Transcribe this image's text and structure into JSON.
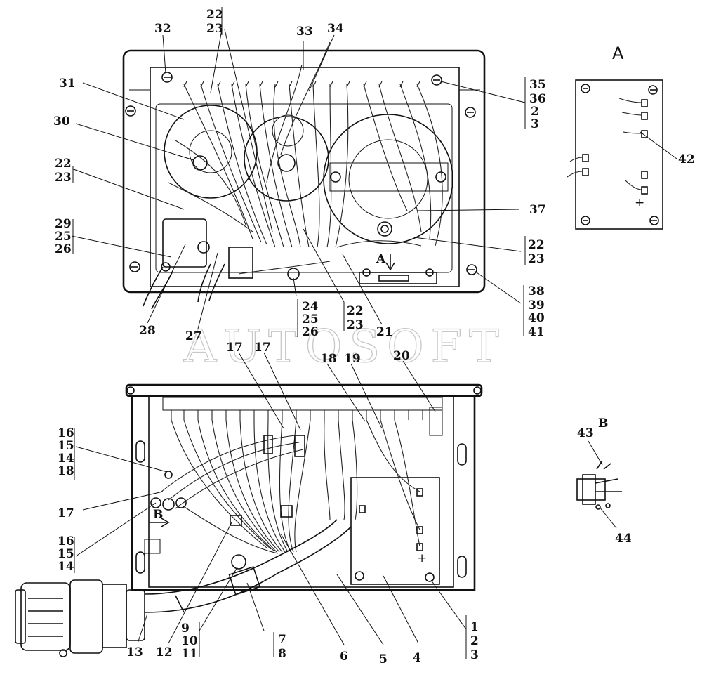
{
  "watermark": "AUTOSOFT",
  "views": {
    "a": {
      "title": "A",
      "callouts": [
        "42"
      ]
    },
    "b": {
      "title": "B",
      "callouts": [
        "43",
        "44"
      ]
    }
  },
  "top_view": {
    "callouts": {
      "c32": "32",
      "c22a": "22",
      "c23a": "23",
      "c33": "33",
      "c34": "34",
      "c31": "31",
      "c30": "30",
      "c22b": "22",
      "c23b": "23",
      "c29": "29",
      "c25a": "25",
      "c26a": "26",
      "c28": "28",
      "c27": "27",
      "c24": "24",
      "c25b": "25",
      "c26b": "26",
      "c22c": "22",
      "c23c": "23",
      "c21": "21",
      "c22d": "22",
      "c23d": "23",
      "c37": "37",
      "c35": "35",
      "c36": "36",
      "c2a": "2",
      "c3a": "3",
      "c38": "38",
      "c39": "39",
      "c40": "40",
      "c41": "41",
      "arrowA": "A"
    }
  },
  "bottom_view": {
    "callouts": {
      "c17a": "17",
      "c17b": "17",
      "c18": "18",
      "c19": "19",
      "c20": "20",
      "c16a": "16",
      "c15a": "15",
      "c14a": "14",
      "c18b": "18",
      "c17c": "17",
      "c16b": "16",
      "c15b": "15",
      "c14b": "14",
      "arrowB": "B",
      "c13": "13",
      "c12": "12",
      "c9": "9",
      "c10": "10",
      "c11": "11",
      "c7": "7",
      "c8": "8",
      "c6": "6",
      "c5": "5",
      "c4": "4",
      "c1": "1",
      "c2b": "2",
      "c3b": "3"
    }
  }
}
